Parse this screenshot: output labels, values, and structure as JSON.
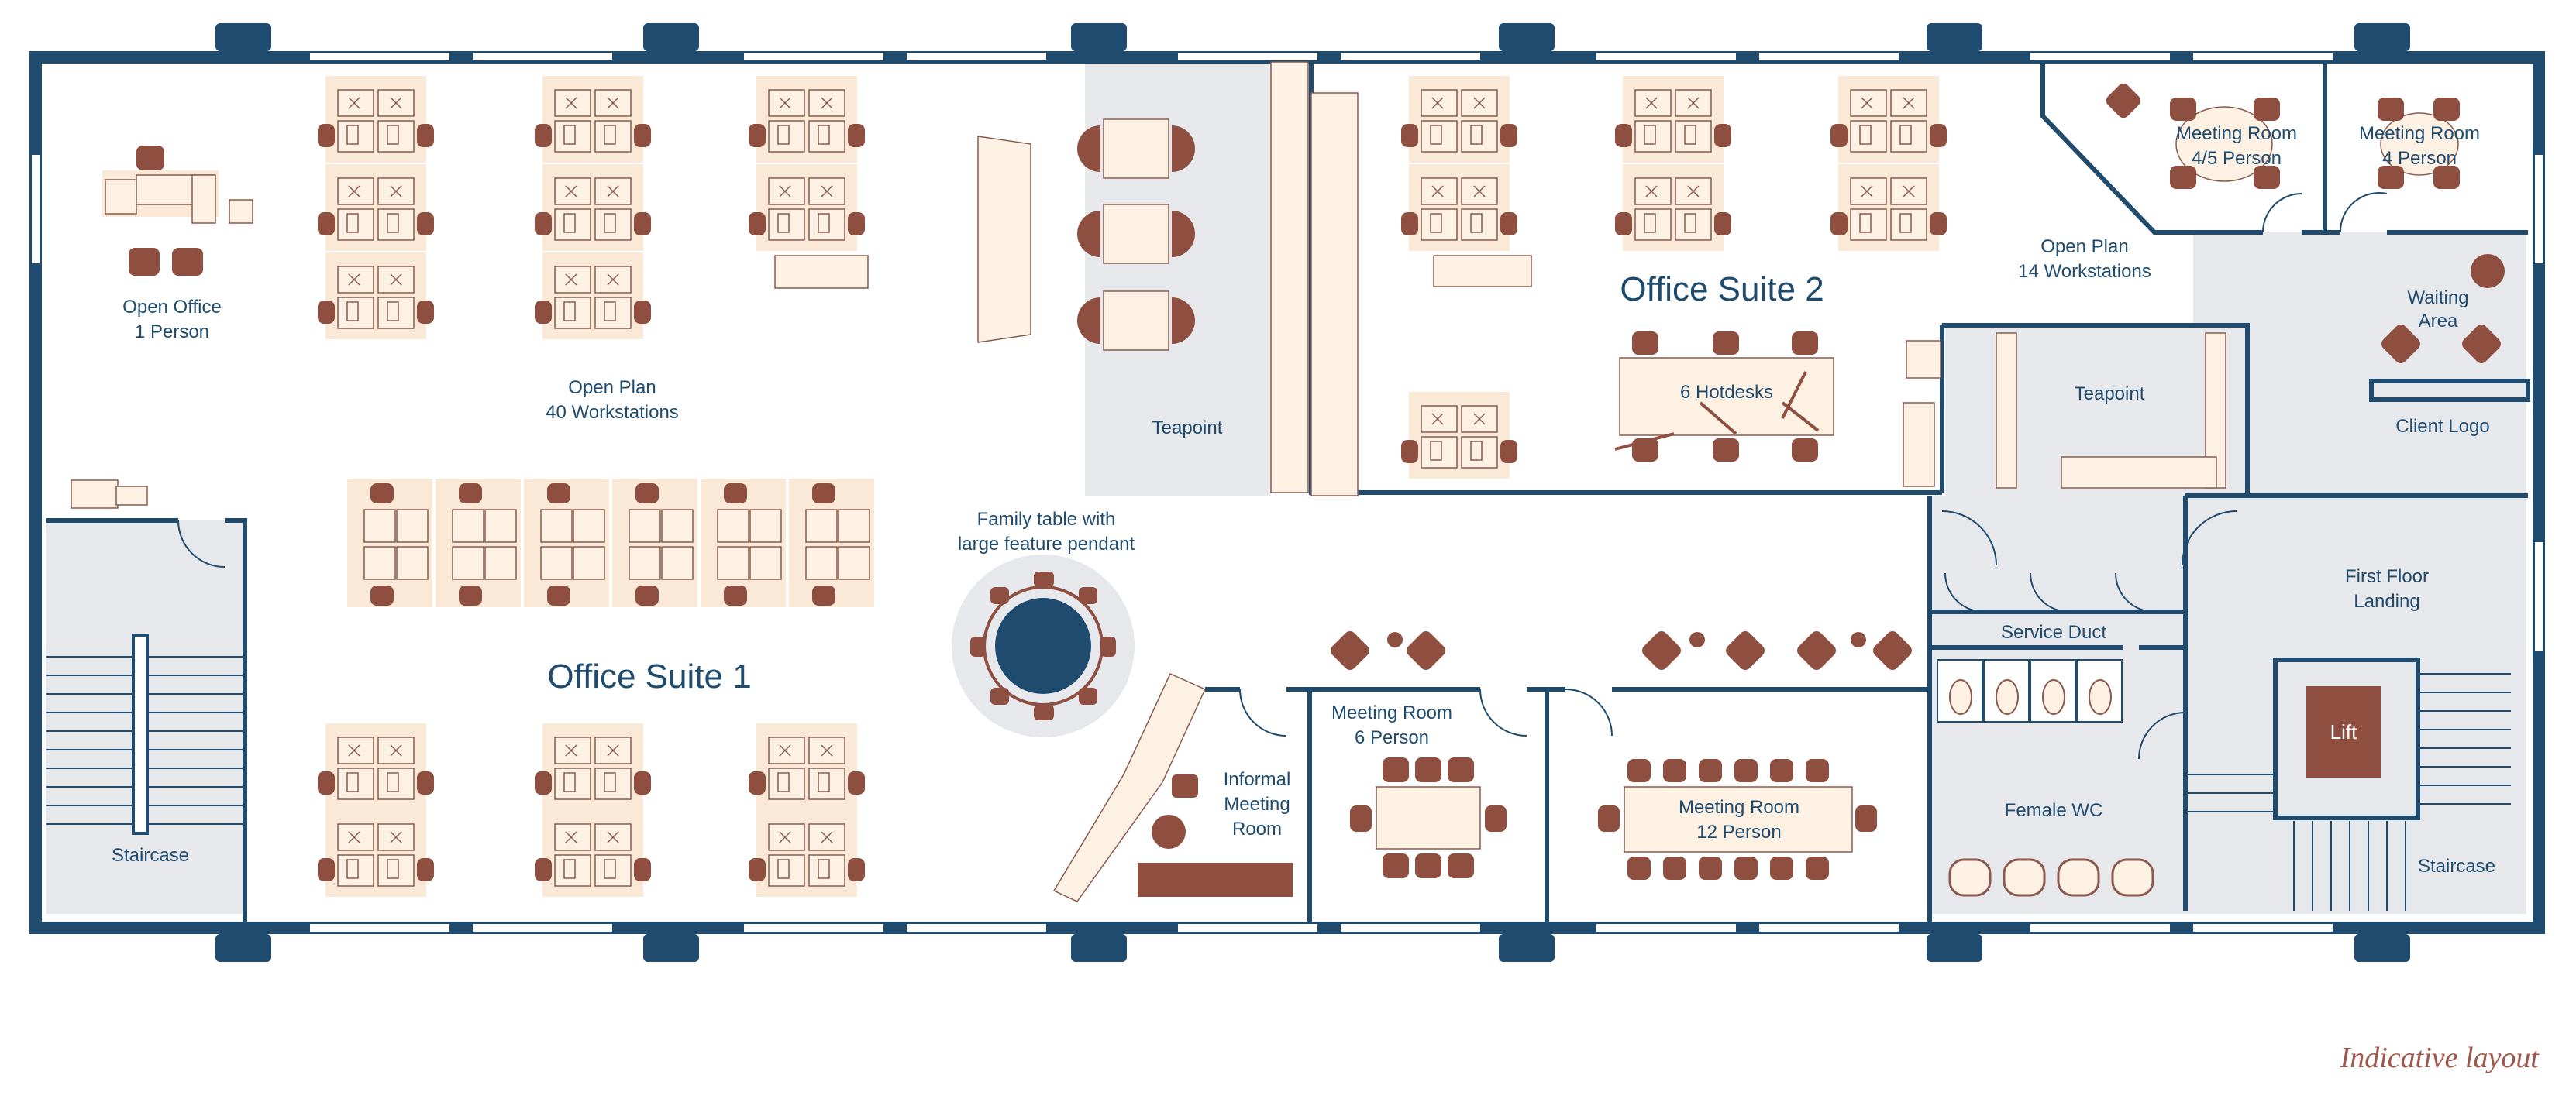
{
  "colors": {
    "wall": "#1f4b6e",
    "furniture": "#8e4f40",
    "desk_fill": "#fdf1e4",
    "service_area": "#e6e8ec",
    "caption": "#a0564a"
  },
  "suites": {
    "suite1": "Office Suite 1",
    "suite2": "Office Suite 2"
  },
  "rooms": {
    "open_office_1": "Open Office",
    "open_office_1_sub": "1 Person",
    "open_plan_40": "Open Plan",
    "open_plan_40_sub": "40 Workstations",
    "teapoint_1": "Teapoint",
    "family_table": "Family table with",
    "family_table_sub": "large feature pendant",
    "staircase_1": "Staircase",
    "informal_meeting_1": "Informal",
    "informal_meeting_2": "Meeting",
    "informal_meeting_3": "Room",
    "meeting6": "Meeting Room",
    "meeting6_sub": "6 Person",
    "meeting12": "Meeting Room",
    "meeting12_sub": "12 Person",
    "hotdesks": "6 Hotdesks",
    "open_plan_14": "Open Plan",
    "open_plan_14_sub": "14 Workstations",
    "meeting45": "Meeting Room",
    "meeting45_sub": "4/5 Person",
    "meeting4": "Meeting Room",
    "meeting4_sub": "4 Person",
    "waiting": "Waiting",
    "waiting_sub": "Area",
    "teapoint_2": "Teapoint",
    "client_logo": "Client Logo",
    "first_floor": "First Floor",
    "first_floor_sub": "Landing",
    "service_duct": "Service Duct",
    "female_wc": "Female WC",
    "lift": "Lift",
    "staircase_2": "Staircase"
  },
  "caption": "Indicative layout"
}
